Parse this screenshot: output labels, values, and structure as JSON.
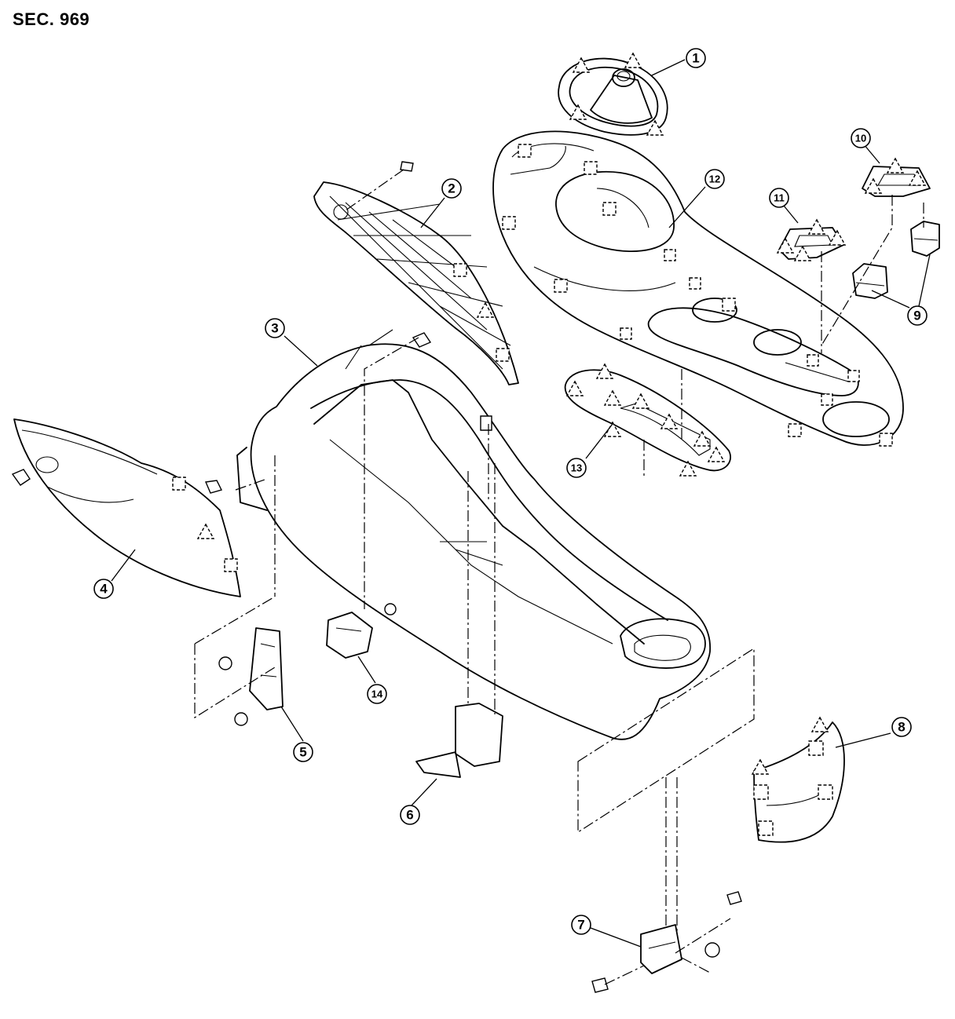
{
  "section_label": "SEC. 969",
  "callouts": [
    {
      "id": "1",
      "label": "①"
    },
    {
      "id": "2",
      "label": "②"
    },
    {
      "id": "3",
      "label": "③"
    },
    {
      "id": "4",
      "label": "④"
    },
    {
      "id": "5",
      "label": "⑤"
    },
    {
      "id": "6",
      "label": "⑥"
    },
    {
      "id": "7",
      "label": "⑦"
    },
    {
      "id": "8",
      "label": "⑧"
    },
    {
      "id": "9",
      "label": "⑨"
    },
    {
      "id": "10",
      "label": "⑩"
    },
    {
      "id": "11",
      "label": "⑪"
    },
    {
      "id": "12",
      "label": "⑫"
    },
    {
      "id": "13",
      "label": "⑬"
    },
    {
      "id": "14",
      "label": "⑭"
    }
  ]
}
